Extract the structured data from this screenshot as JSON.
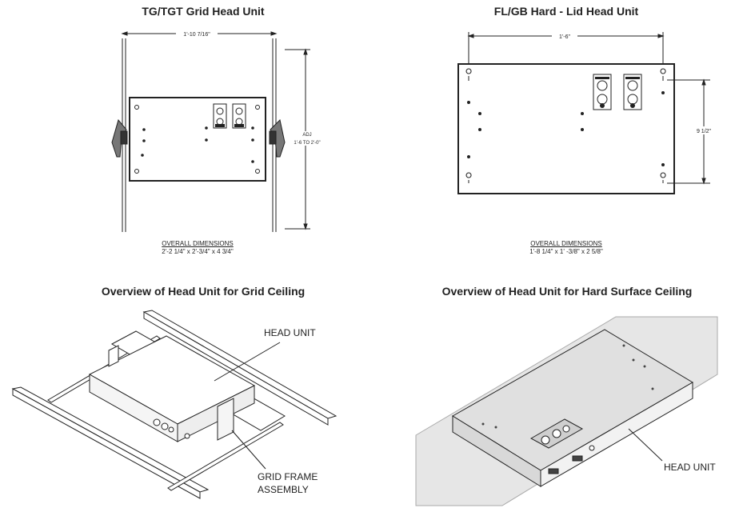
{
  "panels": {
    "tg": {
      "title": "TG/TGT Grid Head Unit",
      "width_dim": "1'-10 7/16\"",
      "adj_label": "ADJ",
      "adj_range": "1'-6  TO 2'-0\"",
      "overall_heading": "OVERALL DIMENSIONS",
      "overall_value": "2'-2 1/4\" x 2'-3/4\" x 4 3/4\""
    },
    "fl": {
      "title": "FL/GB Hard - Lid Head Unit",
      "width_dim": "1'-6\"",
      "height_dim": "9 1/2\"",
      "overall_heading": "OVERALL DIMENSIONS",
      "overall_value": "1'-8 1/4\" x 1' -3/8\" x 2 5/8\""
    },
    "grid_overview": {
      "title": "Overview of Head Unit for Grid Ceiling",
      "head_unit_label": "HEAD UNIT",
      "frame_label_line1": "GRID FRAME",
      "frame_label_line2": "ASSEMBLY"
    },
    "hard_overview": {
      "title": "Overview of Head Unit for Hard Surface Ceiling",
      "head_unit_label": "HEAD UNIT"
    }
  }
}
